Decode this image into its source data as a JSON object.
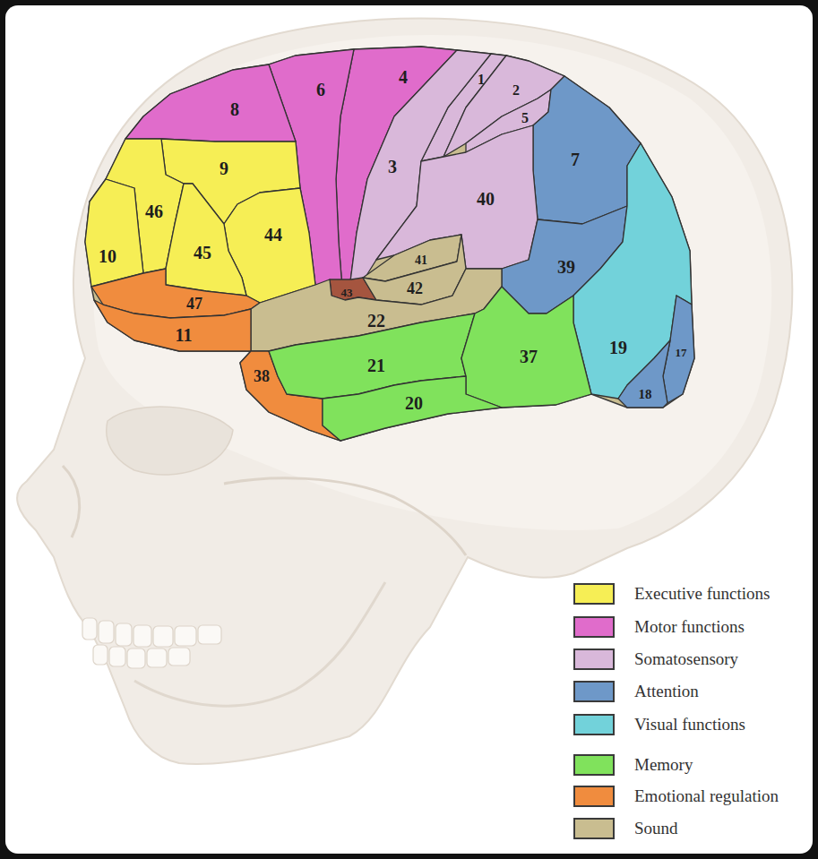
{
  "diagram": {
    "nodes": [
      {
        "text": [
          "4"
        ]
      },
      {
        "text": [
          "1"
        ]
      },
      {
        "text": [
          "6"
        ]
      },
      {
        "text": [
          "2"
        ]
      },
      {
        "text": [
          "5"
        ]
      },
      {
        "text": [
          "8"
        ]
      },
      {
        "text": [
          "3"
        ]
      },
      {
        "text": [
          "7"
        ]
      },
      {
        "text": [
          "9"
        ]
      },
      {
        "text": [
          "40"
        ]
      },
      {
        "text": [
          "46"
        ]
      },
      {
        "text": [
          "44"
        ]
      },
      {
        "text": [
          "10"
        ]
      },
      {
        "text": [
          "45"
        ]
      },
      {
        "text": [
          "41"
        ]
      },
      {
        "text": [
          "43"
        ]
      },
      {
        "text": [
          "42"
        ]
      },
      {
        "text": [
          "39"
        ]
      },
      {
        "text": [
          "47"
        ]
      },
      {
        "text": [
          "22"
        ]
      },
      {
        "text": [
          "11"
        ]
      },
      {
        "text": [
          "19"
        ]
      },
      {
        "text": [
          "17"
        ]
      },
      {
        "text": [
          "38"
        ]
      },
      {
        "text": [
          "21"
        ]
      },
      {
        "text": [
          "37"
        ]
      },
      {
        "text": [
          "18"
        ]
      },
      {
        "text": [
          "20"
        ]
      }
    ],
    "legend": [
      {
        "text": "Executive functions",
        "color": "#f6ee55"
      },
      {
        "text": "Motor functions",
        "color": "#e06ccb"
      },
      {
        "text": "Somatosensory",
        "color": "#d9b8da"
      },
      {
        "text": "Attention",
        "color": "#6e98c8"
      },
      {
        "text": "Visual functions",
        "color": "#72d2da"
      },
      {
        "text": "Memory",
        "color": "#80e25c"
      },
      {
        "text": "Emotional regulation",
        "color": "#f08c3e"
      },
      {
        "text": "Sound",
        "color": "#c9bd90"
      }
    ]
  }
}
